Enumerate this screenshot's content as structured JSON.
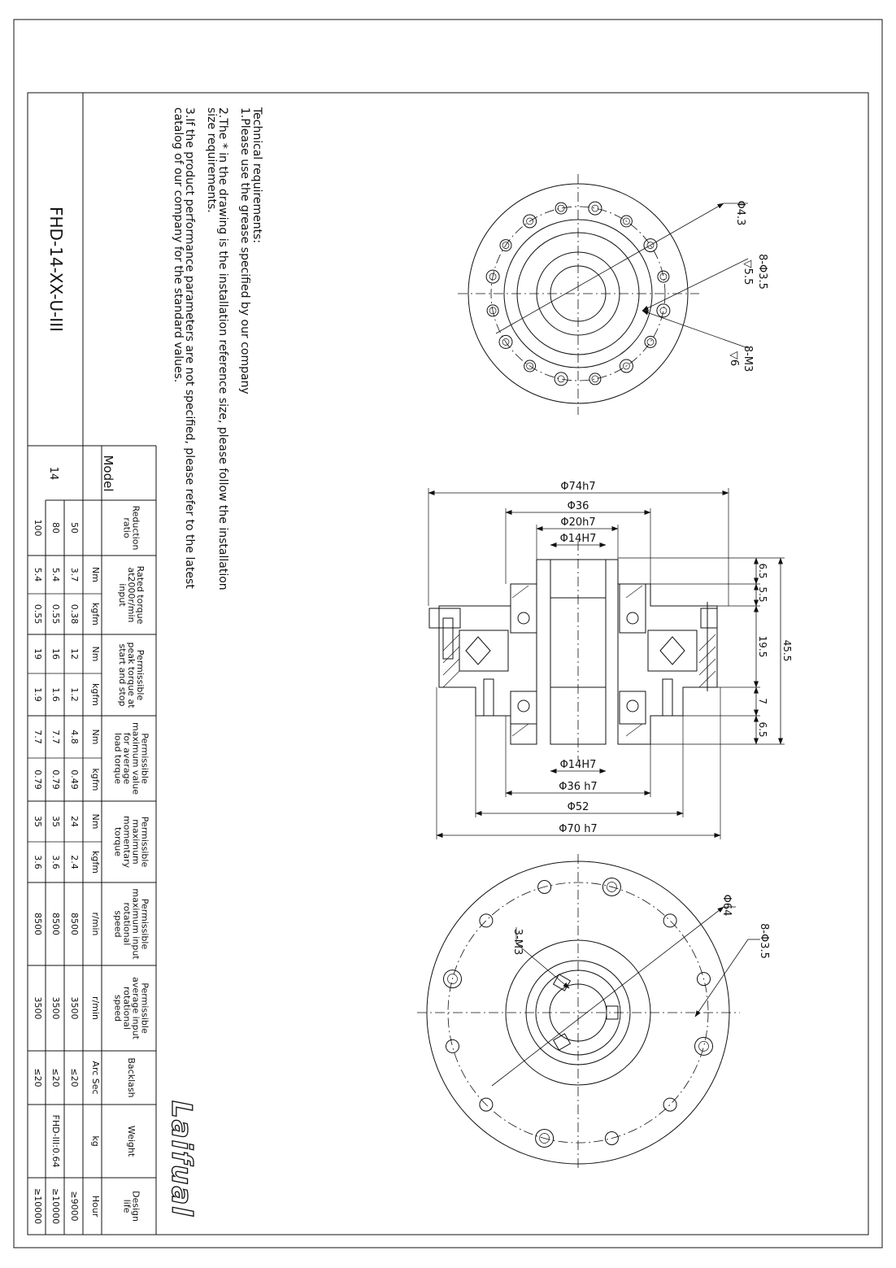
{
  "title_block": {
    "model_name": "FHD-14-XX-U-III",
    "notes": [
      "Technical requirements:",
      "1.Please use the grease specified by our company",
      "2.The * in the drawing is the installation reference size, please follow the installation",
      "size requirements.",
      "3.If the product performance parameters are not specified, please refer to the latest",
      "catalog of our company for the standard values."
    ],
    "logo": "Laifual"
  },
  "spec_table": {
    "model_header": "Model",
    "model_value": "14",
    "columns": [
      {
        "header": "Reduction ratio",
        "units": [
          ""
        ],
        "values": [
          [
            "50"
          ],
          [
            "80"
          ],
          [
            "100"
          ]
        ]
      },
      {
        "header": "Rated torque at2000r/min input",
        "units": [
          "Nm",
          "kgfm"
        ],
        "values": [
          [
            "3.7",
            "0.38"
          ],
          [
            "5.4",
            "0.55"
          ],
          [
            "5.4",
            "0.55"
          ]
        ]
      },
      {
        "header": "Permissible peak torque at start and stop",
        "units": [
          "Nm",
          "kgfm"
        ],
        "values": [
          [
            "12",
            "1.2"
          ],
          [
            "16",
            "1.6"
          ],
          [
            "19",
            "1.9"
          ]
        ]
      },
      {
        "header": "Permissible maximum value for average load torque",
        "units": [
          "Nm",
          "kgfm"
        ],
        "values": [
          [
            "4.8",
            "0.49"
          ],
          [
            "7.7",
            "0.79"
          ],
          [
            "7.7",
            "0.79"
          ]
        ]
      },
      {
        "header": "Permissible maximum momentary torque",
        "units": [
          "Nm",
          "kgfm"
        ],
        "values": [
          [
            "24",
            "2.4"
          ],
          [
            "35",
            "3.6"
          ],
          [
            "35",
            "3.6"
          ]
        ]
      },
      {
        "header": "Permissible maximum input rotational speed",
        "units": [
          "r/min"
        ],
        "values": [
          [
            "8500"
          ],
          [
            "8500"
          ],
          [
            "8500"
          ]
        ]
      },
      {
        "header": "Permissible average input rotational speed",
        "units": [
          "r/min"
        ],
        "values": [
          [
            "3500"
          ],
          [
            "3500"
          ],
          [
            "3500"
          ]
        ]
      },
      {
        "header": "Backlash",
        "units": [
          "Arc Sec"
        ],
        "values": [
          [
            "≤20"
          ],
          [
            "≤20"
          ],
          [
            "≤20"
          ]
        ]
      },
      {
        "header": "Weight",
        "units": [
          "kg"
        ],
        "values": [
          [
            "FHD-III:0.64"
          ]
        ]
      },
      {
        "header": "Design life",
        "units": [
          "Hour"
        ],
        "values": [
          [
            "≥9000"
          ],
          [
            "≥10000"
          ],
          [
            "≥10000"
          ]
        ]
      }
    ]
  },
  "dimensions": {
    "top_view": [
      "Φ4.3",
      "8-Φ3.5",
      "▽5.5",
      "8-M3",
      "▽6"
    ],
    "section_view_diameters": [
      "Φ74h7",
      "Φ36",
      "Φ20h7",
      "Φ14H7",
      "Φ14H7",
      "Φ36 h7",
      "Φ52",
      "Φ70 h7"
    ],
    "section_view_lengths": [
      "6.5",
      "5.5",
      "19.5",
      "45.5",
      "7",
      "6.5"
    ],
    "bottom_view": [
      "3-M3",
      "Φ64",
      "8-Φ3.5"
    ]
  }
}
